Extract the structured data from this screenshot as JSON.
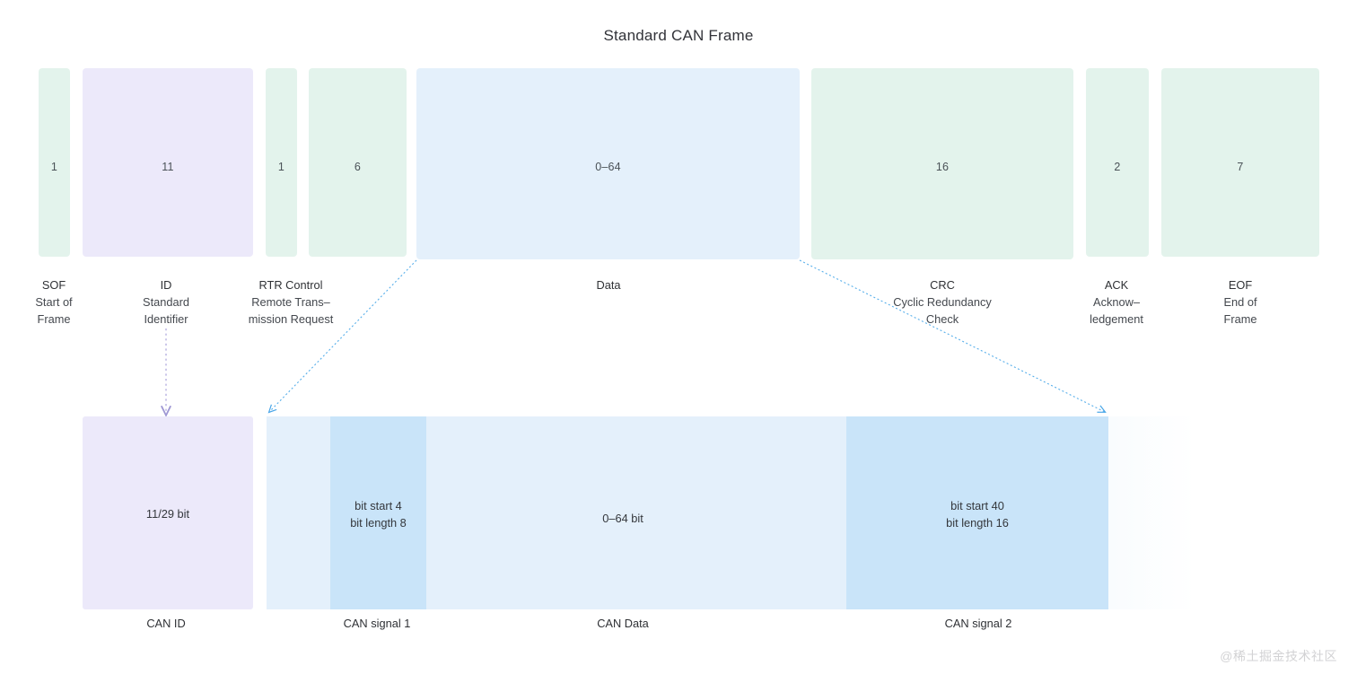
{
  "title": "Standard CAN Frame",
  "colors": {
    "green": "#e3f3ec",
    "purple": "#ece9fa",
    "blue": "#e4f0fb",
    "signal": "#c9e4f9",
    "connector": "#4aa6e8",
    "id_connector": "#a9a3d8",
    "text": "#34373c"
  },
  "frame": {
    "fields": [
      {
        "bits": "1",
        "name": "SOF",
        "desc_line1": "Start of",
        "desc_line2": "Frame"
      },
      {
        "bits": "11",
        "name": "ID",
        "desc_line1": "Standard",
        "desc_line2": "Identifier"
      },
      {
        "bits": "1",
        "name": "",
        "desc_line1": "",
        "desc_line2": ""
      },
      {
        "bits": "6",
        "name": "RTR Control",
        "desc_line1": "Remote Trans–",
        "desc_line2": "mission Request"
      },
      {
        "bits": "0–64",
        "name": "Data",
        "desc_line1": "",
        "desc_line2": ""
      },
      {
        "bits": "16",
        "name": "CRC",
        "desc_line1": "Cyclic Redundancy",
        "desc_line2": "Check"
      },
      {
        "bits": "2",
        "name": "ACK",
        "desc_line1": "Acknow–",
        "desc_line2": "ledgement"
      },
      {
        "bits": "7",
        "name": "EOF",
        "desc_line1": "End of",
        "desc_line2": "Frame"
      }
    ]
  },
  "detail": {
    "can_id": {
      "value": "11/29 bit",
      "label": "CAN ID"
    },
    "can_signal_1": {
      "line1": "bit start 4",
      "line2": "bit length 8",
      "label": "CAN signal 1"
    },
    "can_data": {
      "value": "0–64 bit",
      "label": "CAN Data"
    },
    "can_signal_2": {
      "line1": "bit start 40",
      "line2": "bit length 16",
      "label": "CAN signal 2"
    }
  },
  "watermark": "@稀土掘金技术社区"
}
